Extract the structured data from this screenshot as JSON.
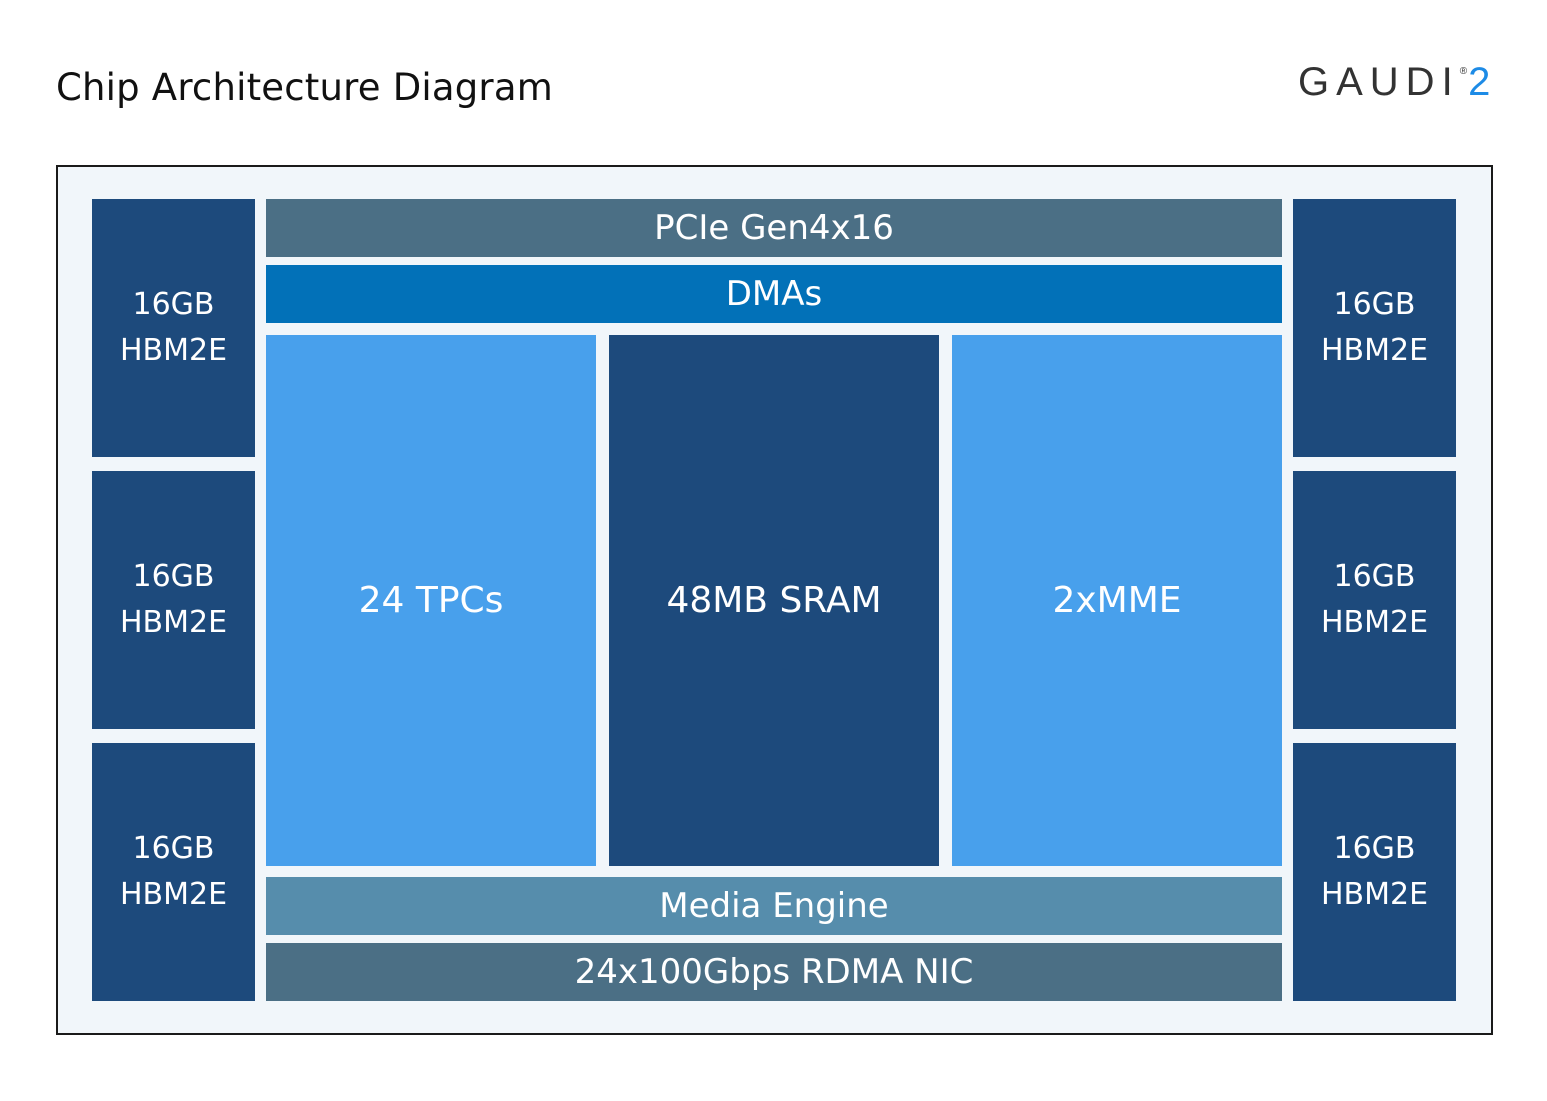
{
  "header": {
    "title": "Chip Architecture Diagram",
    "logo": {
      "text": "GAUDI",
      "registered": "®",
      "number": "2"
    }
  },
  "chip": {
    "hbm_left": [
      {
        "line1": "16GB",
        "line2": "HBM2E"
      },
      {
        "line1": "16GB",
        "line2": "HBM2E"
      },
      {
        "line1": "16GB",
        "line2": "HBM2E"
      }
    ],
    "hbm_right": [
      {
        "line1": "16GB",
        "line2": "HBM2E"
      },
      {
        "line1": "16GB",
        "line2": "HBM2E"
      },
      {
        "line1": "16GB",
        "line2": "HBM2E"
      }
    ],
    "pcie": "PCIe Gen4x16",
    "dma": "DMAs",
    "tpc": "24 TPCs",
    "sram": "48MB SRAM",
    "mme": "2xMME",
    "media": "Media Engine",
    "nic": "24x100Gbps RDMA NIC"
  },
  "colors": {
    "hbm": "#1d4a7c",
    "pcie": "#4b6f85",
    "dma": "#0271b8",
    "compute_light": "#48a0ec",
    "sram": "#1d4a7c",
    "media": "#568dac",
    "nic": "#4b6f85",
    "chip_background": "#f1f6fa",
    "logo_accent": "#1d8be6"
  }
}
